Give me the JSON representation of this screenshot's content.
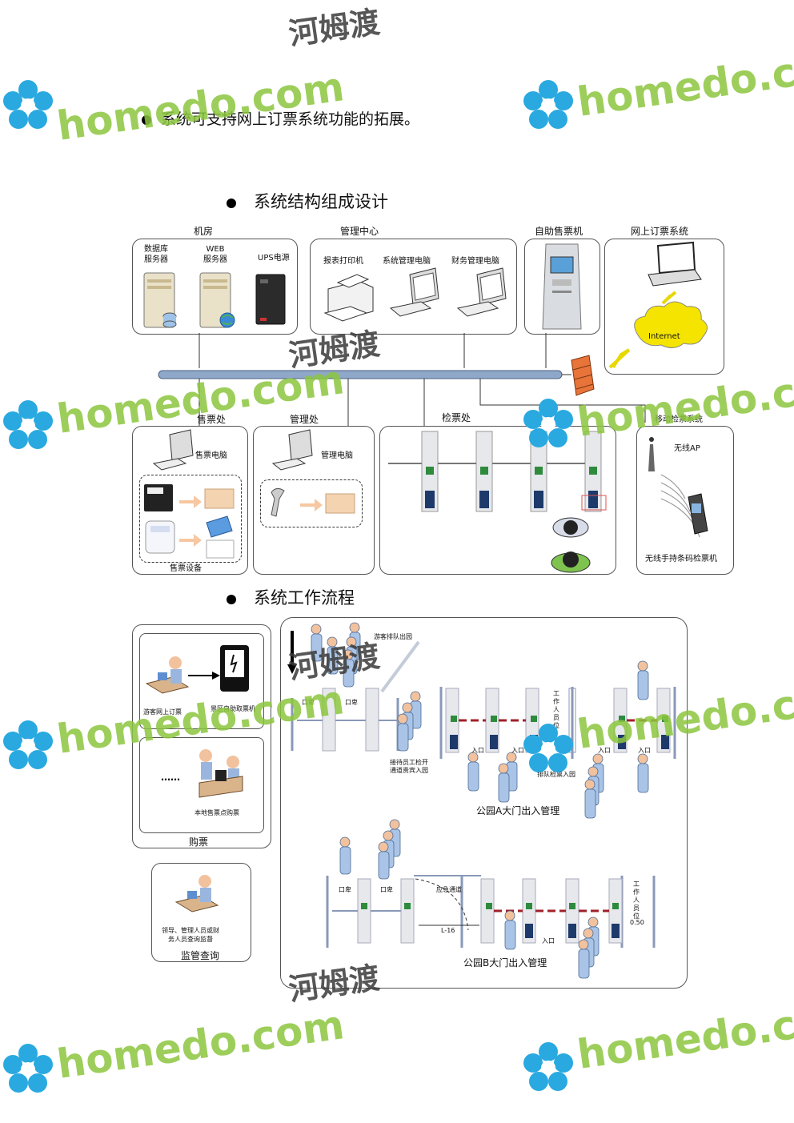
{
  "bullets": {
    "b1": "系统可支持网上订票系统功能的拓展。",
    "b2": "系统结构组成设计",
    "b3": "系统工作流程"
  },
  "arch": {
    "machine_room": {
      "title": "机房",
      "db": "数据库\n服务器",
      "web": "WEB\n服务器",
      "ups": "UPS电源"
    },
    "mgmt_center": {
      "title": "管理中心",
      "printer": "报表打印机",
      "sys_pc": "系统管理电脑",
      "fin_pc": "财务管理电脑"
    },
    "kiosk": {
      "title": "自助售票机"
    },
    "online": {
      "title": "网上订票系统",
      "internet": "Internet"
    },
    "sales": {
      "title": "售票处",
      "pc": "售票电脑",
      "equip": "售票设备"
    },
    "manage": {
      "title": "管理处",
      "pc": "管理电脑"
    },
    "check": {
      "title": "检票处"
    },
    "mobile": {
      "title": "移动检票系统",
      "ap": "无线AP",
      "device": "无线手持条码检票机"
    }
  },
  "flow": {
    "buy": {
      "title": "购票",
      "online_label": "游客网上订票",
      "self_label": "景区自助取票机",
      "dots": "……",
      "local_label": "本地售票点购票"
    },
    "supervise": {
      "title": "监管查询",
      "desc": "领导、管理人员或财\n务人员查询监督"
    },
    "gateA": {
      "title": "公园A大门出入管理",
      "queue_out": "游客排队出园",
      "exit1": "口卑",
      "exit2": "口卑",
      "staff_note": "接待员工检开\n通道贵宾入园",
      "staff_pos": "工作人员位",
      "entry_queue": "排队检票入园",
      "entry": "入口"
    },
    "gateB": {
      "title": "公园B大门出入管理",
      "exit1": "口卑",
      "exit2": "口卑",
      "emergency": "应急通道",
      "dist": "L-16",
      "staff_pos": "工作人员位",
      "staff_dist": "0.50",
      "entry": "入口"
    }
  },
  "watermark": {
    "en": "homedo.com",
    "cn": "河姆渡"
  },
  "colors": {
    "wm_green": "#8cc63f",
    "wm_blue": "#29a9e0",
    "bus": "#8fa7c9",
    "arrow_green": "#2e8b3e"
  }
}
